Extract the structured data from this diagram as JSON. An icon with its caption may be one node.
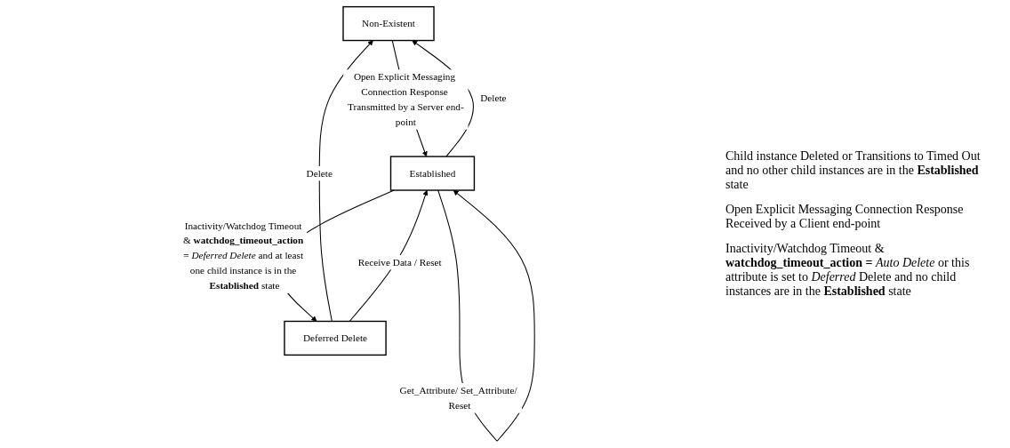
{
  "diagram": {
    "nodes": [
      {
        "text": [
          "Non-Existent"
        ]
      },
      {
        "text": [
          "Established"
        ]
      },
      {
        "text": [
          "Deferred Delete"
        ]
      }
    ],
    "edges": [
      {
        "from": 2,
        "to": 0,
        "arrow": "to",
        "label": "Delete"
      },
      {
        "from": 0,
        "to": 1,
        "arrow": "to",
        "label": "Open Explicit Messaging Connection Response Transmitted by a Server end-point"
      },
      {
        "from": 1,
        "to": 0,
        "arrow": "to",
        "label": "Delete"
      },
      {
        "from": 1,
        "to": 2,
        "arrow": "to",
        "label": "Inactivity/Watchdog Timeout & **watchdog_timeout_action =** *Deferred Delete* and at least one child instance is in the **Established** state"
      },
      {
        "from": 2,
        "to": 1,
        "arrow": "to",
        "label": "Receive Data / Reset"
      },
      {
        "from": 1,
        "to": 1,
        "arrow": "to",
        "label": "Get_Attribute/ Set_Attribute/ Reset"
      }
    ],
    "labels": [
      "Child instance Deleted or Transitions to Timed Out and no other child instances are in the **Established** state",
      "Open Explicit Messaging Connection Response Received by a Client end-point",
      "Inactivity/Watchdog Timeout & **watchdog_timeout_action =** *Auto Delete* or this attribute is set to *Deferred* Delete and no child instances are in the **Established** state"
    ]
  }
}
